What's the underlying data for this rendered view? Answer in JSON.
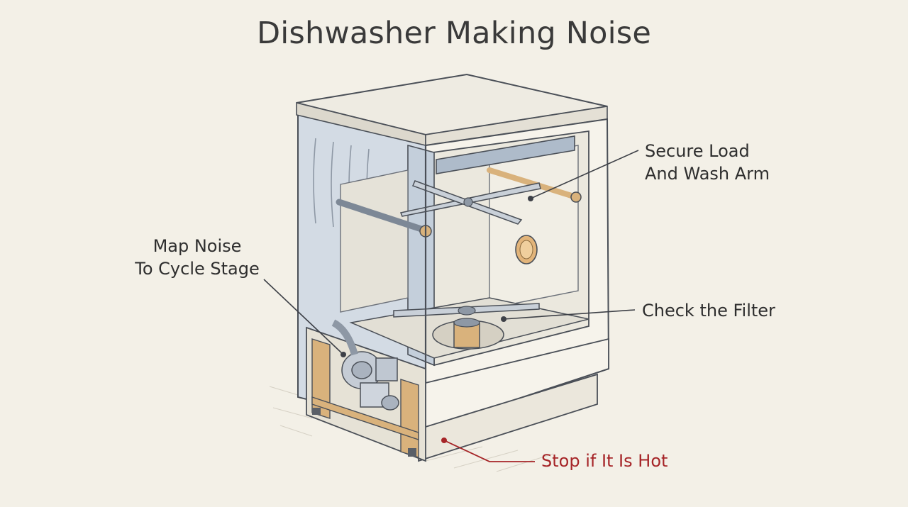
{
  "title": "Dishwasher Making Noise",
  "callouts": {
    "wash_arm": {
      "line1": "Secure Load",
      "line2": "And Wash Arm"
    },
    "cycle_stage": {
      "line1": "Map Noise",
      "line2": "To Cycle Stage"
    },
    "filter": {
      "text": "Check the Filter"
    },
    "hot": {
      "text": "Stop if It Is Hot"
    }
  },
  "colors": {
    "background": "#f3f0e7",
    "line": "#4a4f57",
    "tint_blue": "#c9d3de",
    "warning": "#a62528",
    "brass": "#d9b27c"
  }
}
